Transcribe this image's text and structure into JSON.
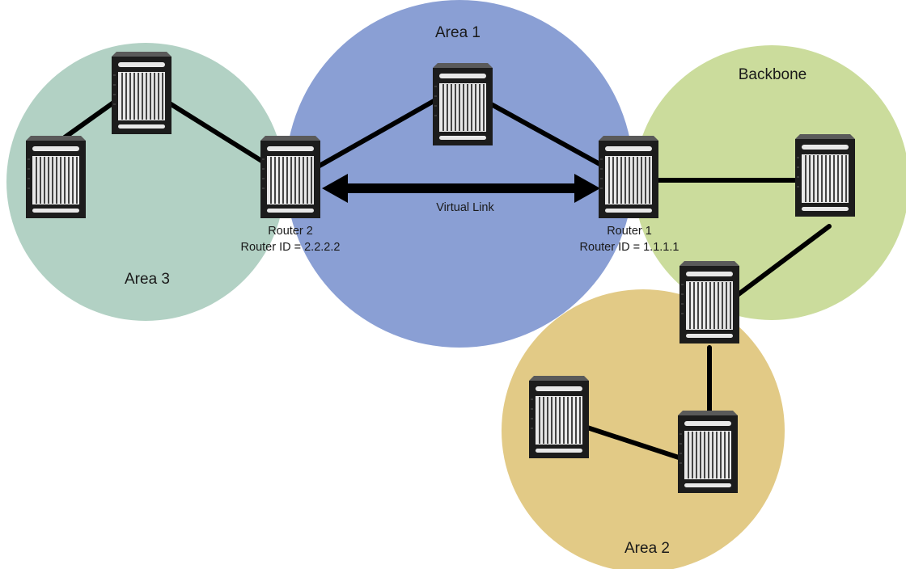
{
  "areas": [
    {
      "id": "area1",
      "label": "Area 1",
      "color": "#8a9fd4"
    },
    {
      "id": "area3",
      "label": "Area 3",
      "color": "#b2d1c4"
    },
    {
      "id": "backbone",
      "label": "Backbone",
      "color": "#cbdc9c"
    },
    {
      "id": "area2",
      "label": "Area 2",
      "color": "#e2ca86"
    }
  ],
  "routers": {
    "router2": {
      "name": "Router 2",
      "router_id": "Router ID = 2.2.2.2"
    },
    "router1": {
      "name": "Router 1",
      "router_id": "Router ID = 1.1.1.1"
    }
  },
  "virtual_link": {
    "label": "Virtual Link"
  },
  "colors": {
    "router_body": "#1c1c1c",
    "router_top": "#5a5a5a",
    "router_panel": "#e8e8e8",
    "link": "#000000"
  }
}
